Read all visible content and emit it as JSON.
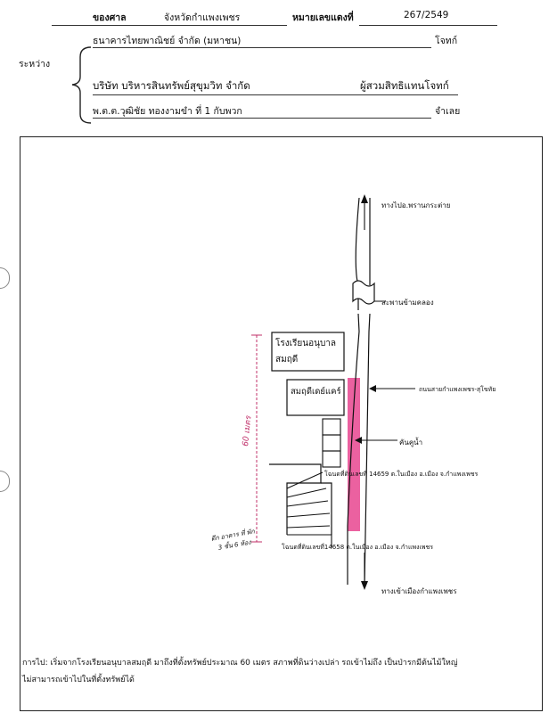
{
  "header": {
    "court_label": "ของศาล",
    "court_value": "จังหวัดกำแพงเพชร",
    "case_label": "หมายเลขแดงที่",
    "case_value": "267/2549",
    "plaintiff_name": "ธนาคารไทยพาณิชย์ จำกัด (มหาชน)",
    "plaintiff_role": "โจทก์",
    "between_label": "ระหว่าง",
    "assignee_name": "บริษัท บริหารสินทรัพย์สุขุมวิท จำกัด",
    "assignee_role": "ผู้สวมสิทธิแทนโจทก์",
    "defendant_name": "พ.ต.ต.วุฒิชัย ทองงามขำ ที่ 1 กับพวก",
    "defendant_role": "จำเลย"
  },
  "map": {
    "to_north": "ทางไปอ.พรานกระต่าย",
    "bridge": "สะพานข้ามคลอง",
    "school_line1": "โรงเรียนอนุบาล",
    "school_line2": "สมฤดี",
    "daycare": "สมฤดีเดย์แคร์",
    "road": "ถนนสายกำแพงเพชร-สุโขทัย",
    "drain": "คันคูน้ำ",
    "deed_14659": "โฉนดที่ดินเลขที่ 14659 ต.ในเมือง อ.เมือง จ.กำแพงเพชร",
    "deed_14658": "โฉนดที่ดินเลขที่14658 ต.ในเมือง อ.เมือง จ.กำแพงเพชร",
    "to_city": "ทางเข้าเมืองกำแพงเพชร",
    "handwritten_distance": "60 เมตร",
    "handwritten_note_line1": "ตึก อาคาร ที่ พัก",
    "handwritten_note_line2": "3 ชั้น 6 ห้อง"
  },
  "route": {
    "line1": "การไป: เริ่มจากโรงเรียนอนุบาลสมฤดี มาถึงที่ตั้งทรัพย์ประมาณ 60 เมตร สภาพที่ดินว่างเปล่า รถเข้าไม่ถึง เป็นป่ารกมีต้นไม้ใหญ่",
    "line2": "ไม่สามารถเข้าไปในที่ตั้งทรัพย์ได้"
  },
  "colors": {
    "ink": "#111111",
    "highlight": "#e8458f",
    "handwriting": "#c0306a"
  }
}
